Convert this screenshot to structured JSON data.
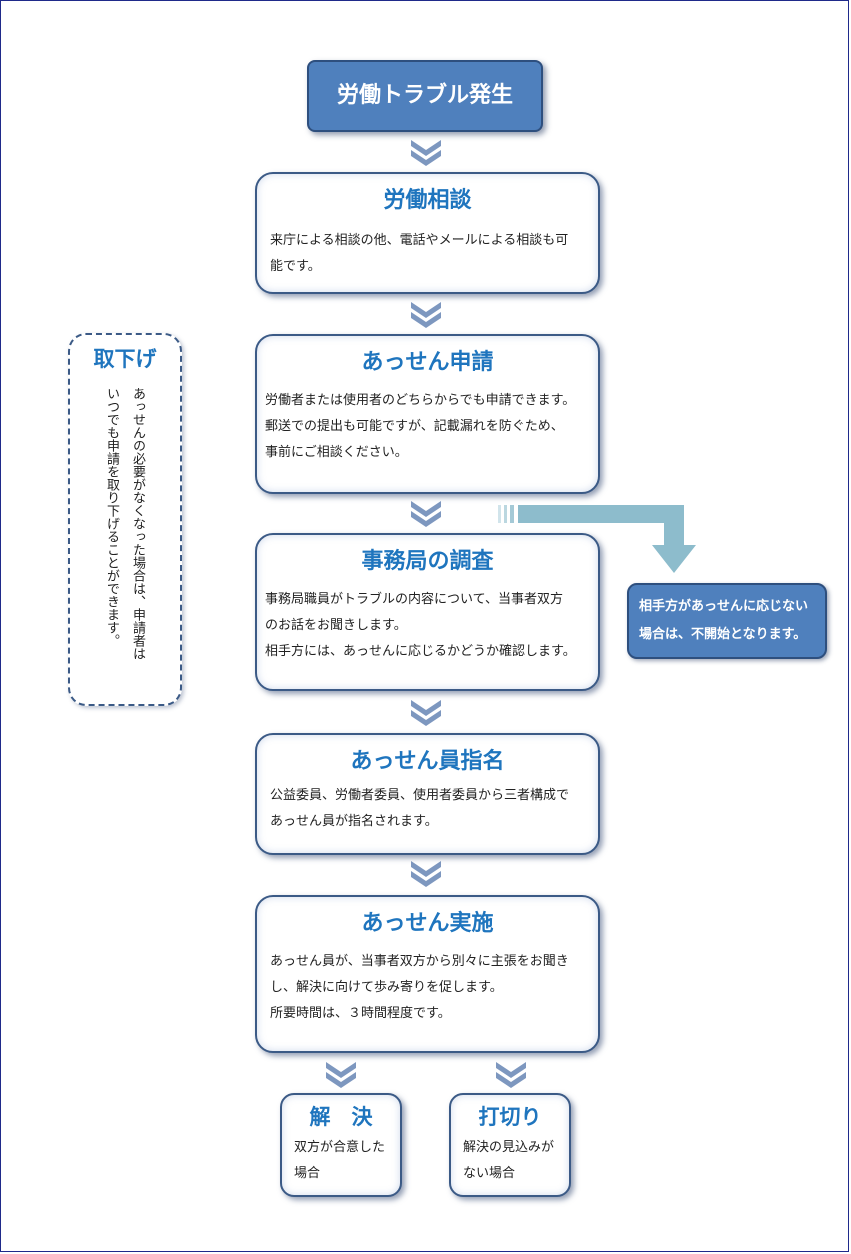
{
  "header": {
    "title": "労働トラブル発生"
  },
  "steps": [
    {
      "title": "労働相談",
      "lines": [
        "来庁による相談の他、電話やメールによる相談も可",
        "能です。"
      ]
    },
    {
      "title": "あっせん申請",
      "lines": [
        "労働者または使用者のどちらからでも申請できます。",
        "郵送での提出も可能ですが、記載漏れを防ぐため、",
        "事前にご相談ください。"
      ]
    },
    {
      "title": "事務局の調査",
      "lines": [
        "事務局職員がトラブルの内容について、当事者双方",
        "のお話をお聞きします。",
        "相手方には、あっせんに応じるかどうか確認します。"
      ]
    },
    {
      "title": "あっせん員指名",
      "lines": [
        "公益委員、労働者委員、使用者委員から三者構成で",
        "あっせん員が指名されます。"
      ]
    },
    {
      "title": "あっせん実施",
      "lines": [
        "あっせん員が、当事者双方から別々に主張をお聞き",
        "し、解決に向けて歩み寄りを促します。",
        "所要時間は、３時間程度です。"
      ]
    }
  ],
  "outcomes": [
    {
      "title": "解　決",
      "lines": [
        "双方が合意した",
        "場合"
      ]
    },
    {
      "title": "打切り",
      "lines": [
        "解決の見込みが",
        "ない場合"
      ]
    }
  ],
  "withdraw": {
    "title": "取下げ",
    "lines": [
      "あっせんの必要がなくなった場合は、申請者は",
      "いつでも申請を取り下げることができます。"
    ]
  },
  "side_note": {
    "lines": [
      "相手方があっせんに応じない",
      "場合は、不開始となります。"
    ]
  },
  "colors": {
    "accent": "#1f75be",
    "header_fill": "#4f80bd",
    "border": "#3b5a86",
    "arrow": "#8dbccc"
  }
}
